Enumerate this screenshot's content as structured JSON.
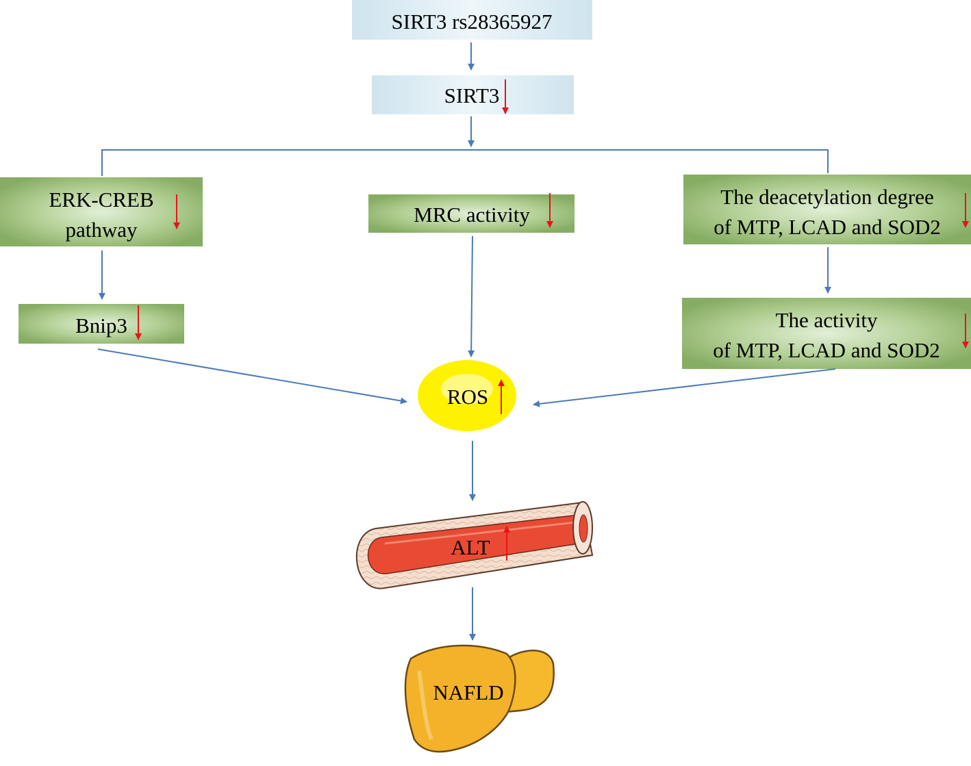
{
  "nodes": {
    "sirt3_snp": "SIRT3 rs28365927",
    "sirt3": "SIRT3",
    "erk_creb_line1": "ERK-CREB",
    "erk_creb_line2": "pathway",
    "mrc": "MRC activity",
    "deacetyl_line1": "The deacetylation degree",
    "deacetyl_line2": "of MTP, LCAD and SOD2",
    "bnip3": "Bnip3",
    "activity_line1": "The activity",
    "activity_line2": "of MTP, LCAD and SOD2",
    "ros": "ROS",
    "alt": "ALT",
    "nafld": "NAFLD"
  },
  "colors": {
    "top_box": "#dcebf3",
    "green_box": "#8fb36e",
    "green_box_light": "#c6dcb2",
    "connector": "#4a7ab8",
    "indicator": "#e8141b",
    "ros_fill": "#fff200",
    "vessel_wall": "#f3dccb",
    "vessel_lumen": "#e94a34",
    "liver": "#f3b22a"
  },
  "indicators": {
    "sirt3": "down",
    "erk_creb": "down",
    "mrc": "down",
    "deacetylation": "down",
    "bnip3": "down",
    "activity": "down",
    "ros": "up",
    "alt": "up"
  }
}
